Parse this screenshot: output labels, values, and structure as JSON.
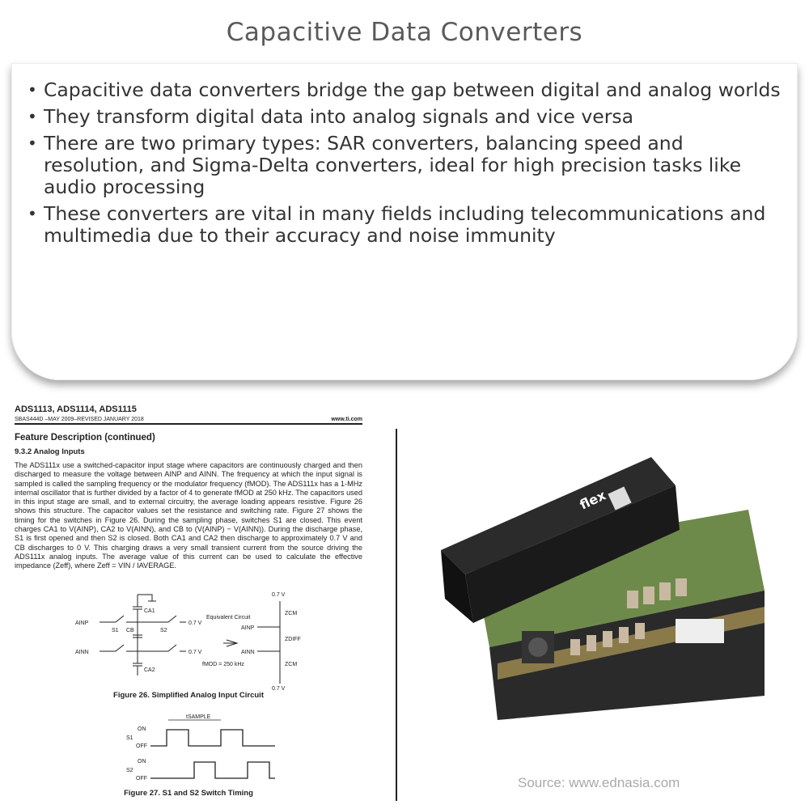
{
  "title": "Capacitive Data Converters",
  "bullets": [
    "Capacitive data converters bridge the gap between digital and analog worlds",
    "They transform digital data into analog signals and vice versa",
    "There are two primary types: SAR converters, balancing speed and resolution, and Sigma-Delta converters, ideal for high precision tasks like audio processing",
    "These converters are vital in many fields including telecommunications and multimedia due to their accuracy and noise immunity"
  ],
  "document": {
    "header": "ADS1113, ADS1114, ADS1115",
    "revision": "SBAS444D –MAY 2009–REVISED JANUARY 2018",
    "website": "www.ti.com",
    "section": "Feature Description (continued)",
    "subsection": "9.3.2   Analog Inputs",
    "paragraph": "The ADS111x use a switched-capacitor input stage where capacitors are continuously charged and then discharged to measure the voltage between AINP and AINN. The frequency at which the input signal is sampled is called the sampling frequency or the modulator frequency (fMOD). The ADS111x has a 1-MHz internal oscillator that is further divided by a factor of 4 to generate fMOD at 250 kHz. The capacitors used in this input stage are small, and to external circuitry, the average loading appears resistive. Figure 26 shows this structure. The capacitor values set the resistance and switching rate. Figure 27 shows the timing for the switches in Figure 26. During the sampling phase, switches S1 are closed. This event charges CA1 to V(AINP), CA2 to V(AINN), and CB to (V(AINP) − V(AINN)). During the discharge phase, S1 is first opened and then S2 is closed. Both CA1 and CA2 then discharge to approximately 0.7 V and CB discharges to 0 V. This charging draws a very small transient current from the source driving the ADS111x analog inputs. The average value of this current can be used to calculate the effective impedance (Zeff), where Zeff = VIN / IAVERAGE.",
    "figure26": {
      "caption": "Figure 26.  Simplified Analog Input Circuit",
      "ainp": "AINP",
      "ainn": "AINN",
      "s1": "S1",
      "s2": "S2",
      "ca1": "CA1",
      "ca2": "CA2",
      "cb": "CB",
      "v07": "0.7 V",
      "equiv": "Equivalent Circuit",
      "fmod": "fMOD = 250 kHz",
      "zcm": "ZCM",
      "zdiff": "ZDIFF"
    },
    "figure27": {
      "caption": "Figure 27.  S1 and S2 Switch Timing",
      "tsample": "tSAMPLE",
      "on": "ON",
      "off": "OFF",
      "s1": "S1",
      "s2": "S2"
    }
  },
  "product": {
    "logo": "flex",
    "colors": {
      "case": "#1c1c1c",
      "pcb": "#6e8a4a"
    }
  },
  "source": "Source: www.ednasia.com"
}
